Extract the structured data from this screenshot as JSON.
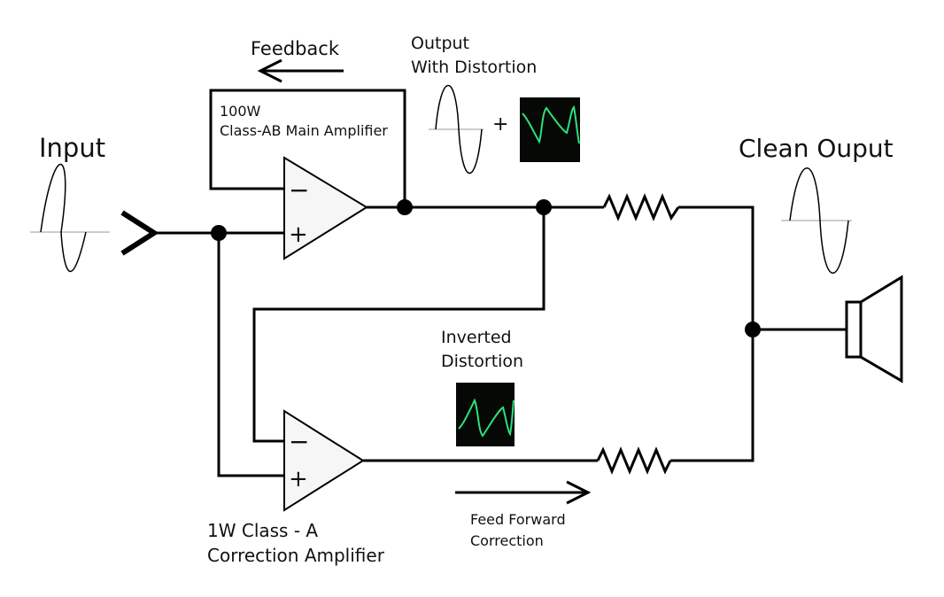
{
  "labels": {
    "input": "Input",
    "feedback": "Feedback",
    "output_line1": "Output",
    "output_line2": "With Distortion",
    "plus_sign": "+",
    "main_amp_line1": "100W",
    "main_amp_line2": "Class-AB Main Amplifier",
    "clean_output": "Clean Ouput",
    "inverted_line1": "Inverted",
    "inverted_line2": "Distortion",
    "correction_amp_line1": "1W Class - A",
    "correction_amp_line2": "Correction Amplifier",
    "feed_forward_line1": "Feed Forward",
    "feed_forward_line2": "Correction",
    "minus_symbol": "−",
    "plus_symbol": "+"
  },
  "colors": {
    "wire": "#000000",
    "scope_background": "#050805",
    "scope_trace": "#2ee07a"
  },
  "icons": [
    "sine-wave-icon",
    "oscilloscope-trace-icon",
    "resistor-icon",
    "speaker-icon",
    "arrow-left-icon",
    "arrow-right-icon",
    "input-connector-icon"
  ]
}
